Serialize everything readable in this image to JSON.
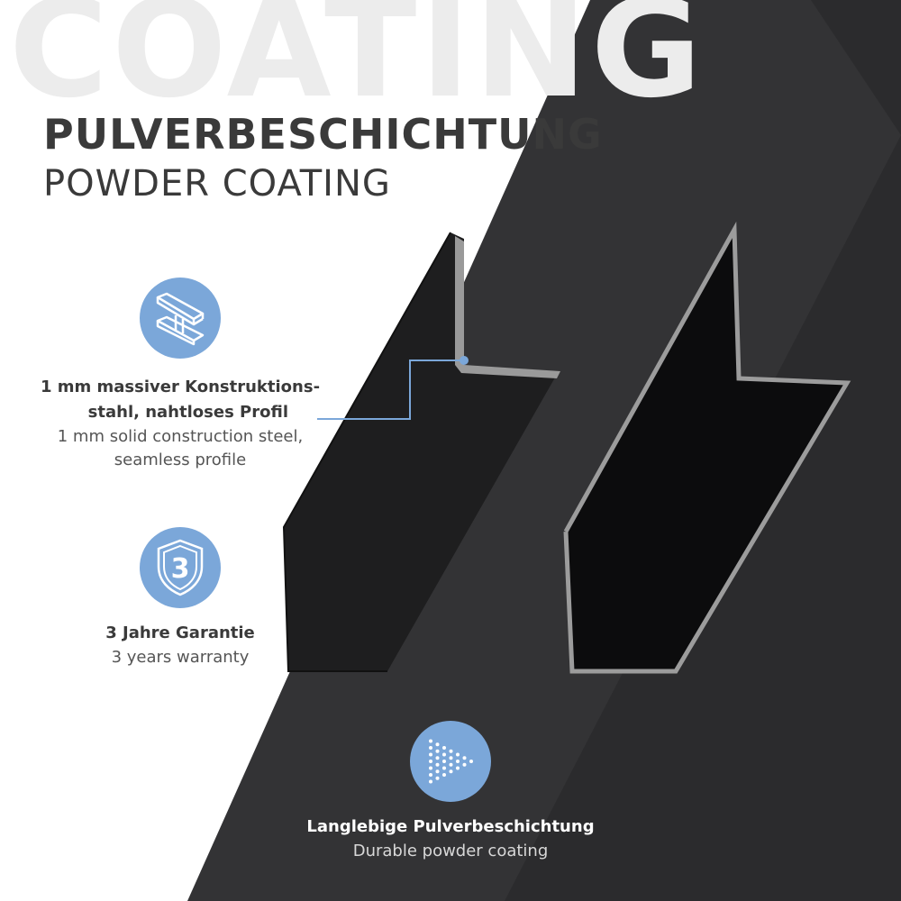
{
  "watermark": "COATING",
  "heading": {
    "title_de": "PULVERBESCHICHTUNG",
    "title_en": "POWDER COATING"
  },
  "features": [
    {
      "icon": "steel-beam-icon",
      "de_line1": "1 mm massiver Konstruktions-",
      "de_line2": "stahl, nahtloses Profil",
      "en_line1": "1 mm solid construction steel,",
      "en_line2": "seamless profile"
    },
    {
      "icon": "shield-3-icon",
      "icon_text": "3",
      "de_line1": "3 Jahre Garantie",
      "en_line1": "3 years warranty"
    },
    {
      "icon": "dotted-triangle-icon",
      "de_line1": "Langlebige Pulverbeschichtung",
      "en_line1": "Durable powder coating"
    }
  ],
  "colors": {
    "accent": "#7ba7d9",
    "text": "#3a3a3a",
    "steel": "#2b2b2b"
  }
}
